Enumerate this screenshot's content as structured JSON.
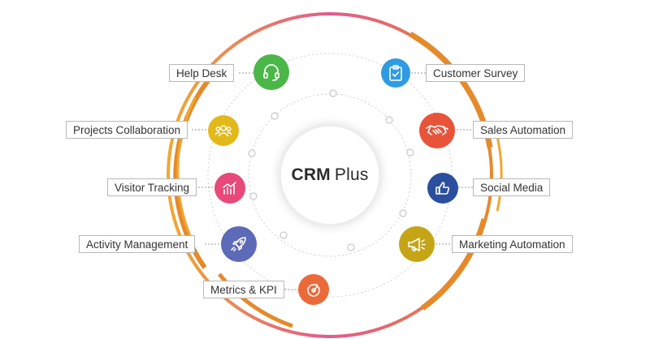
{
  "center": {
    "brand": "CRM",
    "product": "Plus"
  },
  "items": [
    {
      "label": "Help Desk",
      "icon": "headset-icon",
      "color": "#4bb748"
    },
    {
      "label": "Customer Survey",
      "icon": "clipboard-check-icon",
      "color": "#2f9be2"
    },
    {
      "label": "Projects Collaboration",
      "icon": "people-group-icon",
      "color": "#e3b81b"
    },
    {
      "label": "Sales Automation",
      "icon": "handshake-icon",
      "color": "#e8543a"
    },
    {
      "label": "Visitor Tracking",
      "icon": "bar-chart-icon",
      "color": "#e8487a"
    },
    {
      "label": "Social Media",
      "icon": "thumbs-up-icon",
      "color": "#2b4f9e"
    },
    {
      "label": "Activity Management",
      "icon": "rocket-icon",
      "color": "#5c6ab8"
    },
    {
      "label": "Marketing Automation",
      "icon": "megaphone-icon",
      "color": "#c5a516"
    },
    {
      "label": "Metrics & KPI",
      "icon": "target-icon",
      "color": "#ec6a3a"
    }
  ],
  "colors": {
    "ring_orange": "#e58a2b",
    "ring_pink": "#d94f8c",
    "dot_line": "#c8c8c8"
  }
}
